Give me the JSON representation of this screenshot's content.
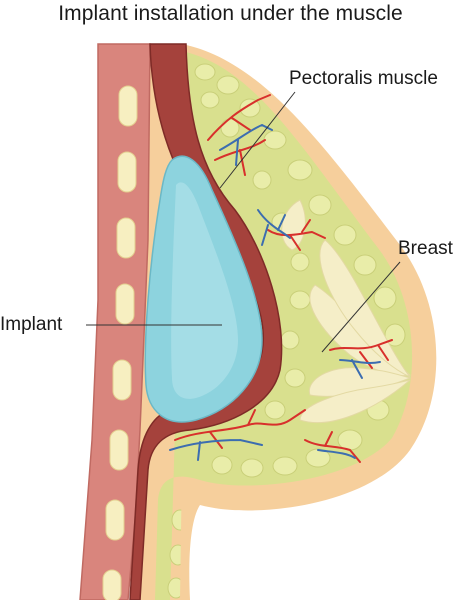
{
  "title": "Implant installation under the muscle",
  "labels": {
    "pectoralis": "Pectoralis muscle",
    "breast": "Breast",
    "implant": "Implant"
  },
  "stock_id": "1033868528",
  "colors": {
    "skin": "#f6cf9c",
    "fat_tissue": "#d9e08e",
    "fat_lobule": "#e7eca8",
    "gland": "#f4ecc4",
    "muscle": "#a5423c",
    "ribcage": "#d9857d",
    "rib": "#f7efc1",
    "implant": "#8dd3de",
    "artery": "#d8302c",
    "vein": "#3c6db0"
  }
}
